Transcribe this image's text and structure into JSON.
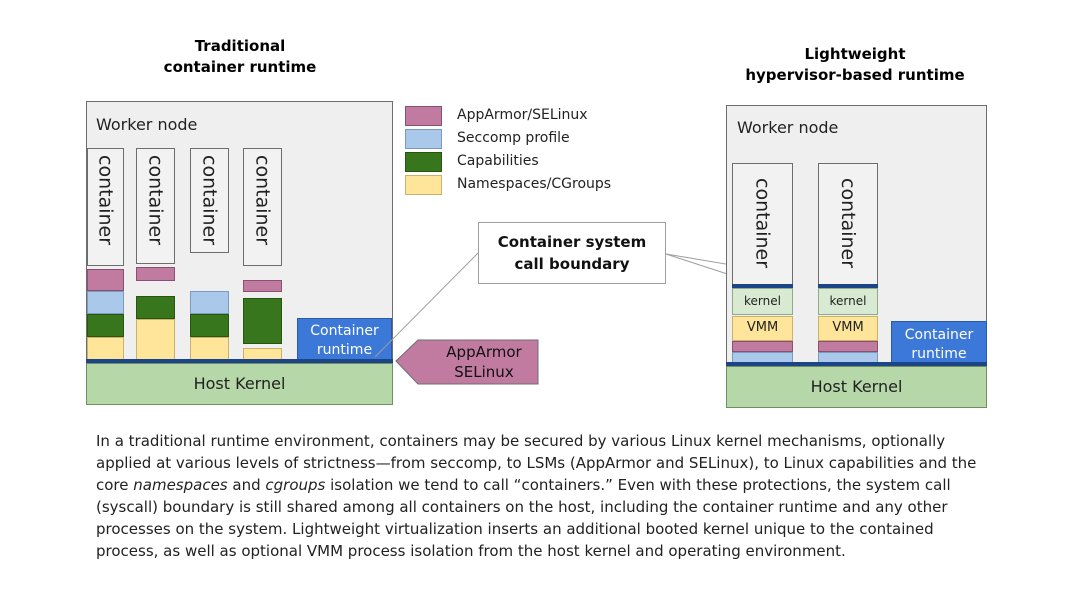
{
  "left": {
    "title_line1": "Traditional",
    "title_line2": "container runtime",
    "worker_node": "Worker node",
    "container_label": "container",
    "host_kernel": "Host Kernel",
    "runtime_line1": "Container",
    "runtime_line2": "runtime"
  },
  "right": {
    "title_line1": "Lightweight",
    "title_line2": "hypervisor-based runtime",
    "worker_node": "Worker node",
    "container_label": "container",
    "kernel_label": "kernel",
    "vmm_label": "VMM",
    "host_kernel": "Host Kernel",
    "runtime_line1": "Container",
    "runtime_line2": "runtime"
  },
  "legend": {
    "items": [
      {
        "label": "AppArmor/SELinux",
        "color": "#c27ba0"
      },
      {
        "label": "Seccomp profile",
        "color": "#a9c8ea"
      },
      {
        "label": "Capabilities",
        "color": "#38761d"
      },
      {
        "label": "Namespaces/CGroups",
        "color": "#ffe599"
      }
    ]
  },
  "callout": {
    "line1": "Container system",
    "line2": "call boundary"
  },
  "lsm_arrow": {
    "line1": "AppArmor",
    "line2": "SELinux",
    "color": "#c27ba0"
  },
  "paragraph": {
    "seg1": "In a traditional runtime environment, containers may be secured by various Linux kernel mechanisms, optionally applied at various levels of strictness—from seccomp, to LSMs (AppArmor and SELinux), to Linux capabilities and the core ",
    "em1": "namespaces",
    "seg2": " and ",
    "em2": "cgroups",
    "seg3": " isolation we tend to call “containers.” Even with these protections, the system call (syscall) boundary is still shared among all containers on the host, including the container runtime and any other processes on the system. Lightweight virtualization inserts an additional booted kernel unique to the contained process, as well as optional VMM process isolation from the host kernel and operating environment."
  }
}
